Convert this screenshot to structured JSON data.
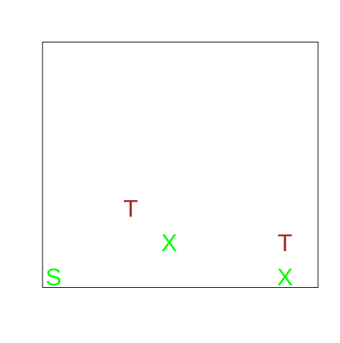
{
  "chart_data": {
    "type": "scatter",
    "title": "",
    "xlabel": "",
    "ylabel": "",
    "xlim": [
      0,
      1
    ],
    "ylim": [
      0,
      1
    ],
    "grid": false,
    "axes_visible": false,
    "colors": {
      "green": "#00ff00",
      "brown": "#a52a2a",
      "frame": "#000000"
    },
    "points": [
      {
        "label": "S",
        "color": "green",
        "x": 0.04,
        "y": 0.04
      },
      {
        "label": "T",
        "color": "brown",
        "x": 0.32,
        "y": 0.32
      },
      {
        "label": "X",
        "color": "green",
        "x": 0.46,
        "y": 0.18
      },
      {
        "label": "T",
        "color": "brown",
        "x": 0.88,
        "y": 0.18
      },
      {
        "label": "X",
        "color": "green",
        "x": 0.88,
        "y": 0.04
      }
    ]
  }
}
